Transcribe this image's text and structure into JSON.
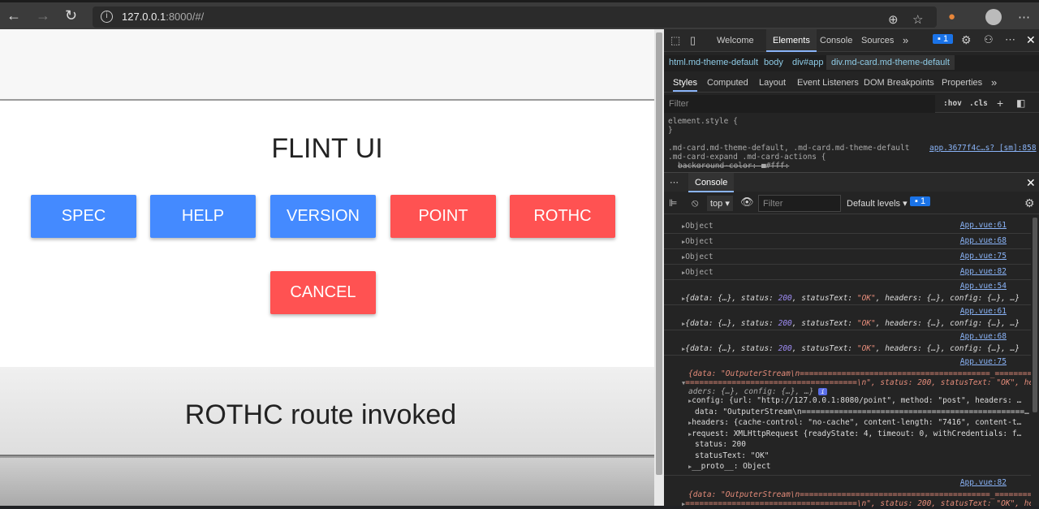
{
  "browser": {
    "url_host": "127.0.0.1",
    "url_rest": ":8000/#/",
    "back_icon": "arrow-left",
    "forward_icon": "arrow-right",
    "reload_icon": "reload"
  },
  "app": {
    "title": "FLINT UI",
    "buttons": [
      {
        "label": "SPEC",
        "color": "#448aff"
      },
      {
        "label": "HELP",
        "color": "#448aff"
      },
      {
        "label": "VERSION",
        "color": "#448aff"
      },
      {
        "label": "POINT",
        "color": "#ff5252"
      },
      {
        "label": "ROTHC",
        "color": "#ff5252"
      }
    ],
    "cancel_label": "CANCEL",
    "result": "ROTHC route invoked"
  },
  "devtools": {
    "tabs": [
      "Welcome",
      "Elements",
      "Console",
      "Sources"
    ],
    "active_tab": "Elements",
    "issues_count": "1",
    "breadcrumb": [
      "html.md-theme-default",
      "body",
      "div#app",
      "div.md-card.md-theme-default"
    ],
    "style_tabs": [
      "Styles",
      "Computed",
      "Layout",
      "Event Listeners",
      "DOM Breakpoints",
      "Properties"
    ],
    "filter_placeholder": "Filter",
    "hov": ":hov",
    "cls": ".cls",
    "styles": {
      "element_style": "element.style {",
      "close": "}",
      "rule1": ".md-card.md-theme-default, .md-card.md-theme-default",
      "rule2": ".md-card-expand .md-card-actions {",
      "rule_source": "app.3677f4c…s? [sm]:858",
      "rule_prop": "background-color: ■#fff;"
    },
    "drawer": {
      "title": "Console",
      "context": "top",
      "filter_placeholder": "Filter",
      "levels": "Default levels",
      "count": "1"
    },
    "console": {
      "objects": [
        {
          "text": "Object",
          "source": "App.vue:61"
        },
        {
          "text": "Object",
          "source": "App.vue:68"
        },
        {
          "text": "Object",
          "source": "App.vue:75"
        },
        {
          "text": "Object",
          "source": "App.vue:82"
        }
      ],
      "responses": [
        {
          "source": "App.vue:54"
        },
        {
          "source": "App.vue:61"
        },
        {
          "source": "App.vue:68"
        }
      ],
      "response_summary": {
        "a": "{data: {…}, status: ",
        "status": "200",
        "b": ", statusText: ",
        "ok": "\"OK\"",
        "c": ", headers: {…}, config: {…}, …}"
      },
      "expanded": {
        "source": "App.vue:75",
        "line1": "{data: \"OutputerStream\\n=========================================_=============",
        "line2": "=====================================\\n\", status: 200, statusText: \"OK\", he",
        "line3": "aders: {…}, config: {…}, …}",
        "info": "i",
        "props": [
          "config: {url: \"http://127.0.0.1:8080/point\", method: \"post\", headers: …",
          "data: \"OutputerStream\\n================================================…",
          "headers: {cache-control: \"no-cache\", content-length: \"7416\", content-t…",
          "request: XMLHttpRequest {readyState: 4, timeout: 0, withCredentials: f…",
          "status: 200",
          "statusText: \"OK\"",
          "__proto__: Object"
        ]
      },
      "last": {
        "source": "App.vue:82",
        "line1": "{data: \"OutputerStream\\n=========================================_=============",
        "line2": "=====================================\\n\", status: 200, statusText: \"OK\", he"
      }
    }
  }
}
